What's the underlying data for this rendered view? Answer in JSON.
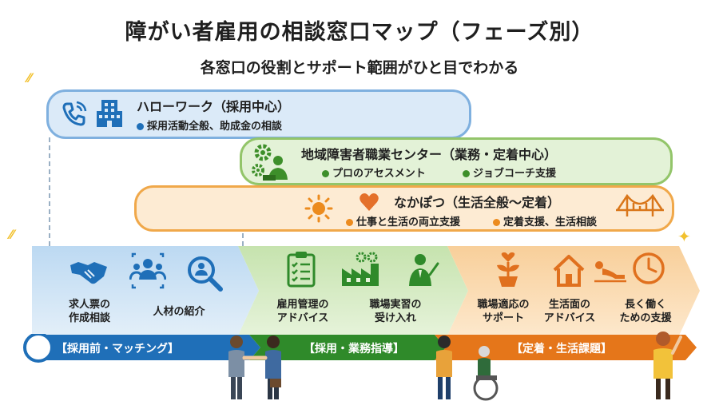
{
  "header": {
    "title": "障がい者雇用の相談窓口マップ（フェーズ別）",
    "subtitle": "各窓口の役割とサポート範囲がひと目でわかる"
  },
  "agencies": {
    "hellowork": {
      "name": "ハローワーク（採用中心）",
      "items": [
        "採用活動全般、助成金の相談"
      ],
      "icons": [
        "phone-icon",
        "building-icon"
      ],
      "color": "#1f6fb8"
    },
    "center": {
      "name": "地域障害者職業センター（業務・定着中心）",
      "items": [
        "プロのアセスメント",
        "ジョブコーチ支援"
      ],
      "icons": [
        "gears-icon",
        "counseling-icon"
      ],
      "color": "#3d8f2a"
    },
    "nakapotsu": {
      "name": "なかぽつ（生活全般〜定着）",
      "items": [
        "仕事と生活の両立支援",
        "定着支援、生活相談"
      ],
      "icons": [
        "sun-icon",
        "heart-icon",
        "bridge-icon"
      ],
      "color": "#e07d12"
    }
  },
  "phases": [
    {
      "band_label": "【採用前・マッチング】",
      "color": "#1f6fb8",
      "items": [
        {
          "label_lines": [
            "求人票の",
            "作成相談"
          ],
          "icon": "handshake-icon"
        },
        {
          "label_lines": [
            "人材の紹介"
          ],
          "icon": "people-search-icon"
        }
      ]
    },
    {
      "band_label": "【採用・業務指導】",
      "color": "#2f8a2a",
      "items": [
        {
          "label_lines": [
            "雇用管理の",
            "アドバイス"
          ],
          "icon": "checklist-icon"
        },
        {
          "label_lines": [
            "職場実習の",
            "受け入れ"
          ],
          "icon": "factory-icon"
        }
      ]
    },
    {
      "band_label": "【定着・生活課題】",
      "color": "#e5761a",
      "items": [
        {
          "label_lines": [
            "職場適応の",
            "サポート"
          ],
          "icon": "plant-icon"
        },
        {
          "label_lines": [
            "生活面の",
            "アドバイス"
          ],
          "icon": "house-icon"
        },
        {
          "label_lines": [
            "長く働く",
            "ための支援"
          ],
          "icon": "clock-icon"
        }
      ]
    }
  ]
}
